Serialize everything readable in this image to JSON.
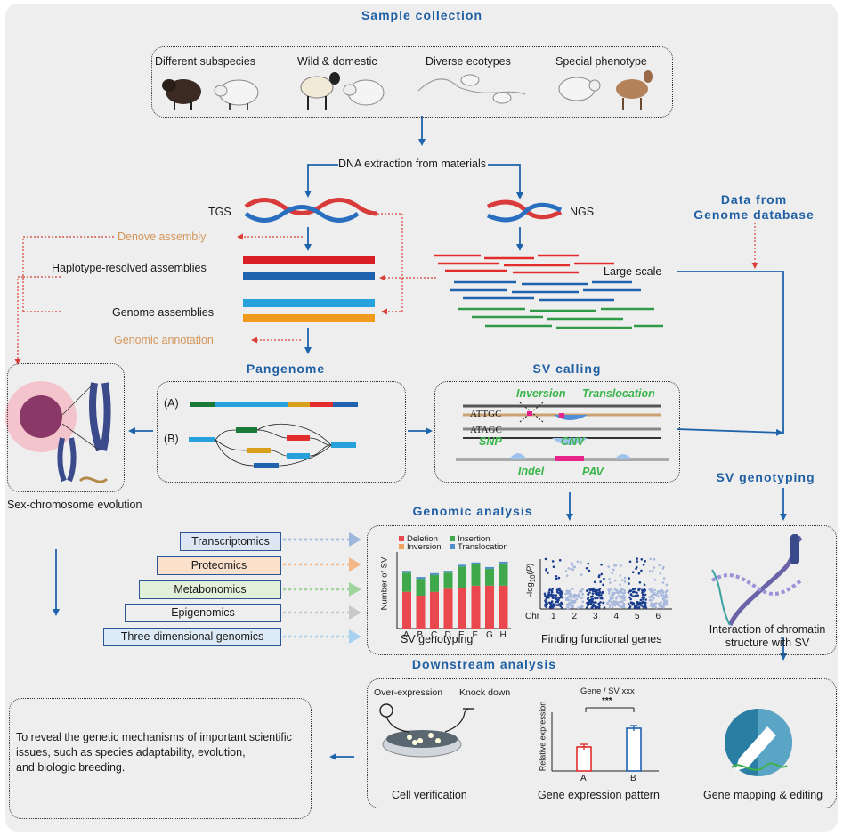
{
  "sections": {
    "sample_collection": "Sample collection",
    "data_from": "Data from\nGenome database",
    "pangenome": "Pangenome",
    "sv_calling": "SV calling",
    "genomic_analysis": "Genomic analysis",
    "sv_genotyping": "SV genotyping",
    "downstream": "Downstream analysis"
  },
  "samples": [
    "Different subspecies",
    "Wild & domestic",
    "Diverse ecotypes",
    "Special phenotype"
  ],
  "pipeline": {
    "dna_extraction": "DNA extraction from materials",
    "tgs": "TGS",
    "ngs": "NGS",
    "denove": "Denove assembly",
    "haplotype": "Haplotype-resolved assemblies",
    "genome_assemblies": "Genome assemblies",
    "annotation": "Genomic annotation",
    "large_scale": "Large-scale"
  },
  "pangenome": {
    "a": "(A)",
    "b": "(B)"
  },
  "sv_types": {
    "inversion": "Inversion",
    "translocation": "Translocation",
    "snp": "SNP",
    "cnv": "CNV",
    "indel": "Indel",
    "pav": "PAV",
    "seq1": "ATTGC",
    "seq2": "ATAGC"
  },
  "sex_chromosome": "Sex-chromosome evolution",
  "omics": [
    {
      "label": "Transcriptomics",
      "color": "#dde6f3"
    },
    {
      "label": "Proteomics",
      "color": "#fbe1cc"
    },
    {
      "label": "Metabonomics",
      "color": "#e2efd9"
    },
    {
      "label": "Epigenomics",
      "color": "#eeeeee"
    },
    {
      "label": "Three-dimensional genomics",
      "color": "#ddebf7"
    }
  ],
  "chart_data": [
    {
      "type": "bar",
      "categories": [
        "A",
        "B",
        "C",
        "D",
        "E",
        "F",
        "G",
        "H"
      ],
      "ylabel": "Number of SV",
      "xlabel": "",
      "legend": [
        "Deletion",
        "Insertion",
        "Inversion",
        "Translocation"
      ],
      "colors": {
        "Deletion": "#e8484e",
        "Insertion": "#3fa84a",
        "Inversion": "#f0a35c",
        "Translocation": "#4e8ec9"
      },
      "series": [
        {
          "name": "Deletion",
          "values": [
            0.48,
            0.43,
            0.48,
            0.52,
            0.53,
            0.56,
            0.56,
            0.56
          ]
        },
        {
          "name": "Insertion",
          "values": [
            0.25,
            0.22,
            0.22,
            0.21,
            0.28,
            0.28,
            0.22,
            0.29
          ]
        }
      ],
      "caption": "SV genotyping"
    },
    {
      "type": "scatter",
      "ylabel": "-log10(P)",
      "xlabel": "Chr",
      "categories": [
        "1",
        "2",
        "3",
        "4",
        "5",
        "6"
      ],
      "caption": "Finding functional genes"
    },
    {
      "type": "bar",
      "categories": [
        "A",
        "B"
      ],
      "values": [
        0.45,
        0.8
      ],
      "ylabel": "Relative expression",
      "title": "Gene / SV xxx",
      "annotation": "***",
      "caption": "Gene expression pattern"
    }
  ],
  "chromatin_caption": "Interaction of chromatin\nstructure with SV",
  "downstream": {
    "over_expression": "Over-expression",
    "knock_down": "Knock down",
    "cell_verification": "Cell verification",
    "gene_mapping": "Gene mapping & editing",
    "conclusion": "To reveal the genetic mechanisms of important scientific\nissues, such as species adaptability, evolution,\nand biologic breeding."
  }
}
